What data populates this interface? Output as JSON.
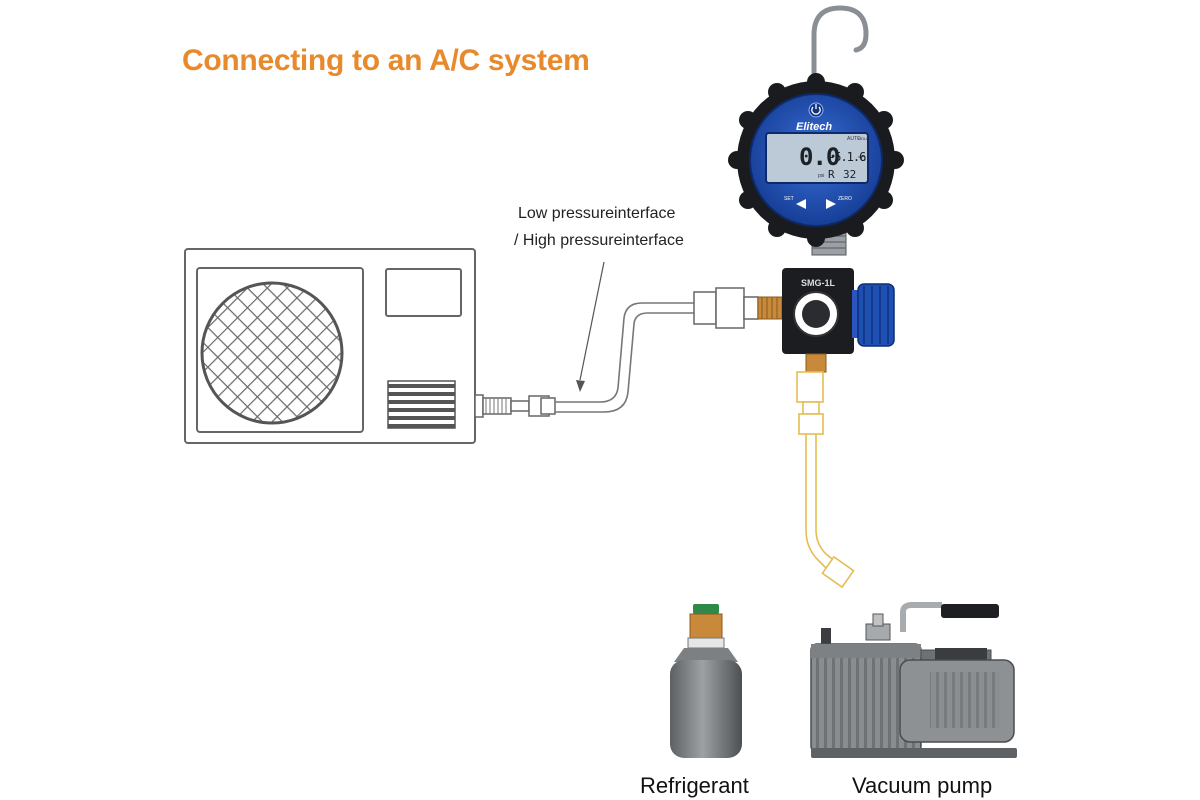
{
  "title": "Connecting to an A/C system",
  "callout": {
    "line1": "Low pressureinterface",
    "line2": "/ High pressureinterface"
  },
  "gauge": {
    "brand": "Elitech",
    "model": "SMG-1L",
    "main_reading": "0.0",
    "temp_reading": "-5.1.6",
    "temp_unit": "°C",
    "auto_label": "AUTO",
    "hold_label": "HOLD",
    "ref_label": "R",
    "ref_value": "32",
    "unit_label": "psi",
    "set_label": "SET",
    "zero_label": "ZERO"
  },
  "labels": {
    "refrigerant": "Refrigerant",
    "vacuum_pump": "Vacuum pump"
  },
  "colors": {
    "title": "#e8892b",
    "gauge_blue": "#1e50b4",
    "lcd": "#bcc9d6",
    "hose_yellow": "#e6bd52",
    "brass": "#c8893a"
  }
}
